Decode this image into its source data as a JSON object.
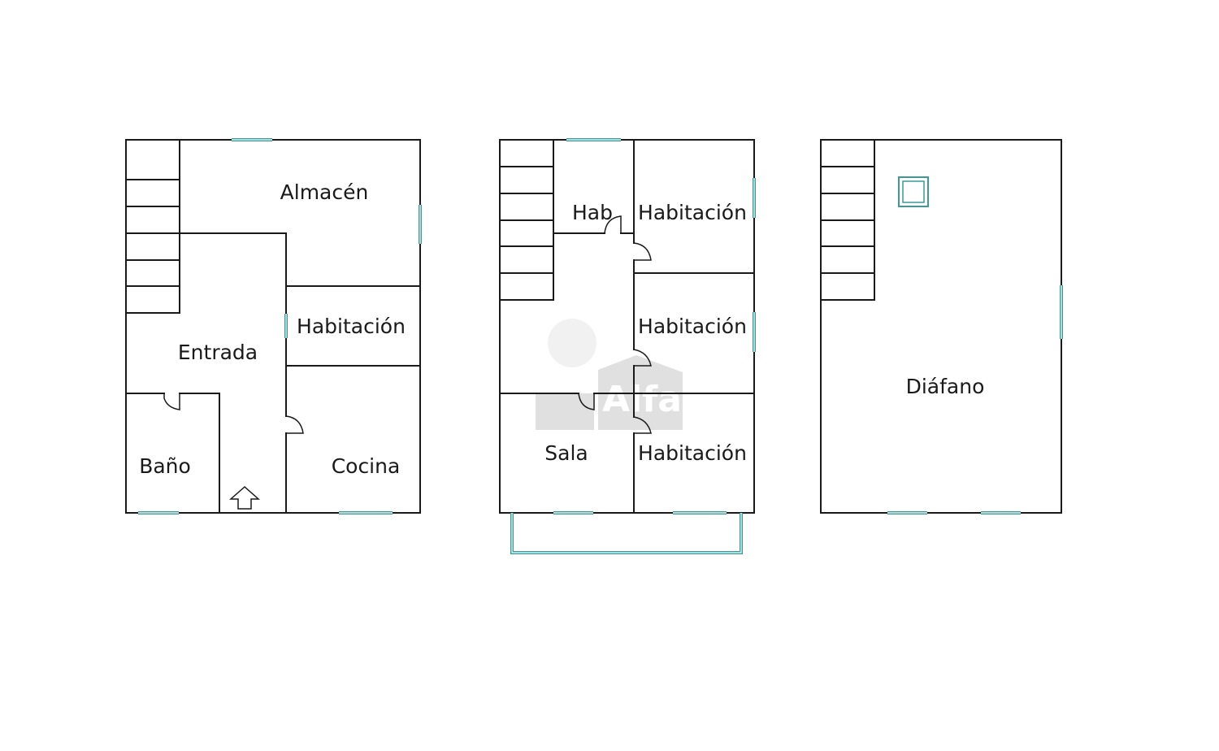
{
  "floors": [
    {
      "rooms": {
        "almacen": "Almacén",
        "habitacion": "Habitación",
        "entrada": "Entrada",
        "bano": "Baño",
        "cocina": "Cocina"
      }
    },
    {
      "rooms": {
        "hab": "Hab",
        "habitacion_1": "Habitación",
        "habitacion_2": "Habitación",
        "habitacion_3": "Habitación",
        "sala": "Sala"
      }
    },
    {
      "rooms": {
        "diafano": "Diáfano"
      }
    }
  ],
  "watermark": "Alfa",
  "colors": {
    "walls": "#1a1a1a",
    "windows": "#3a9a9a",
    "watermark": "#d0d0d0"
  }
}
